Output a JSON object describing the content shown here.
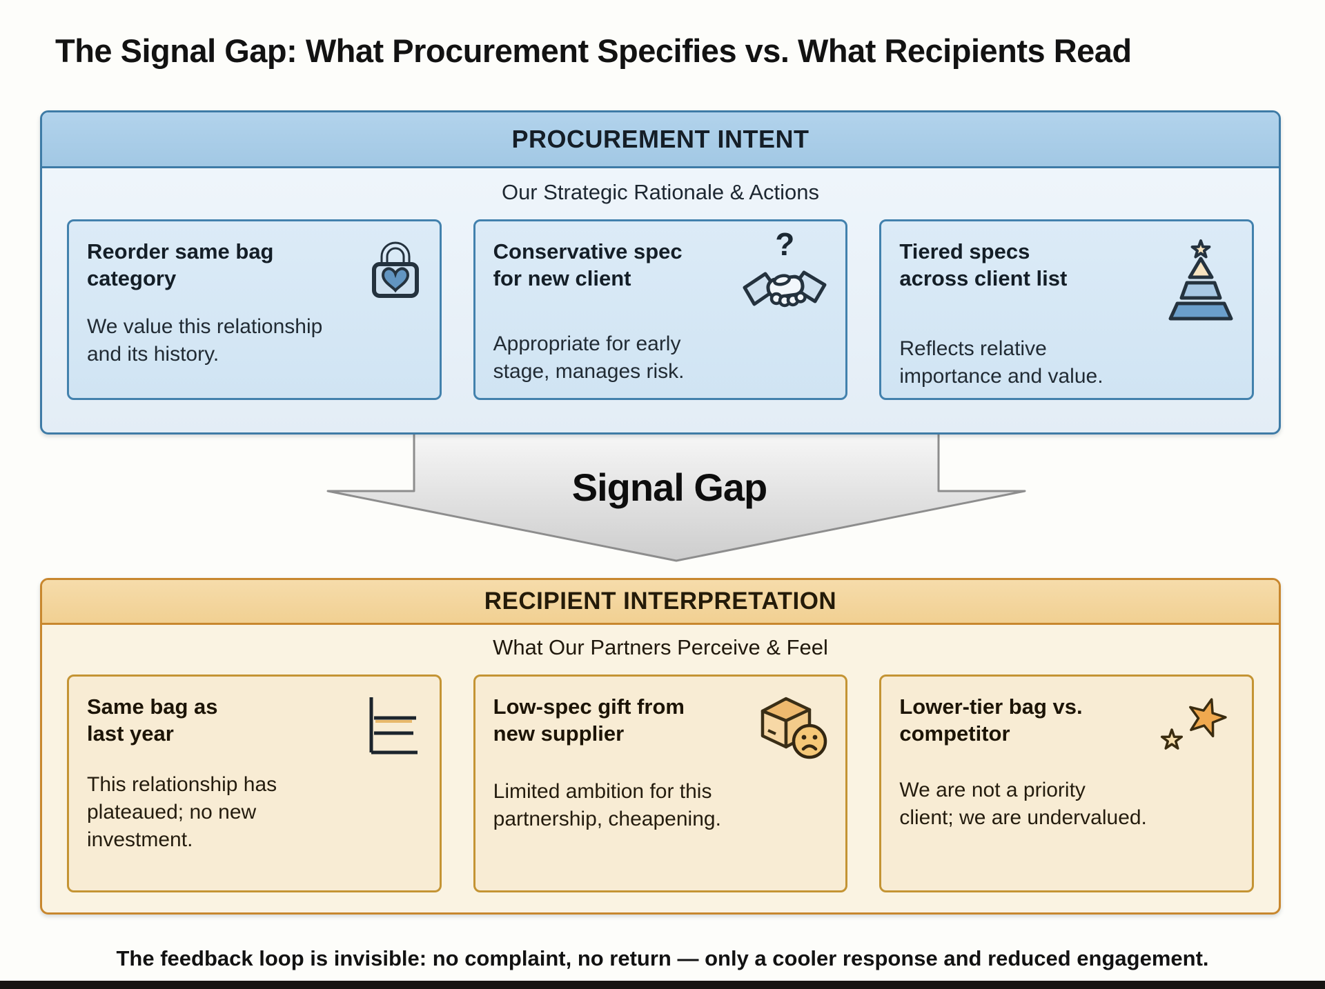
{
  "page": {
    "title": "The Signal Gap: What Procurement Specifies vs. What Recipients Read",
    "footer": "The feedback loop is invisible: no complaint, no return — only a cooler response and reduced engagement."
  },
  "signal_gap": {
    "label": "Signal Gap"
  },
  "intent_panel": {
    "header": "PROCUREMENT INTENT",
    "subtitle": "Our Strategic Rationale & Actions",
    "cards": [
      {
        "title": "Reorder same bag\ncategory",
        "body": "We value this relationship\nand its history.",
        "icon": "lock-heart-icon"
      },
      {
        "title": "Conservative spec\nfor new client",
        "body": "Appropriate for early\nstage, manages risk.",
        "icon": "handshake-question-icon",
        "overlay_glyph": "?"
      },
      {
        "title": "Tiered specs\nacross client list",
        "body": "Reflects relative\nimportance and value.",
        "icon": "tiered-pyramid-star-icon"
      }
    ]
  },
  "interpretation_panel": {
    "header": "RECIPIENT INTERPRETATION",
    "subtitle": "What Our Partners Perceive & Feel",
    "cards": [
      {
        "title": "Same bag as\nlast year",
        "body": "This relationship has\nplateaued; no new\ninvestment.",
        "icon": "flatline-chart-icon"
      },
      {
        "title": "Low-spec gift from\nnew supplier",
        "body": "Limited ambition for this\npartnership, cheapening.",
        "icon": "box-sad-face-icon"
      },
      {
        "title": "Lower-tier bag vs.\ncompetitor",
        "body": "We are not a priority\nclient; we are undervalued.",
        "icon": "stars-rating-icon"
      }
    ]
  },
  "colors": {
    "intent_header_bg": "#aacde8",
    "intent_border": "#3e7ba6",
    "intent_card_bg": "#d7e8f6",
    "interpretation_header_bg": "#f4d7a0",
    "interpretation_border": "#c8872e",
    "interpretation_card_bg": "#f8ecd4",
    "arrow_fill": "#e2e2e2",
    "arrow_stroke": "#8d8d8d",
    "page_bg": "#fdfdfa"
  }
}
